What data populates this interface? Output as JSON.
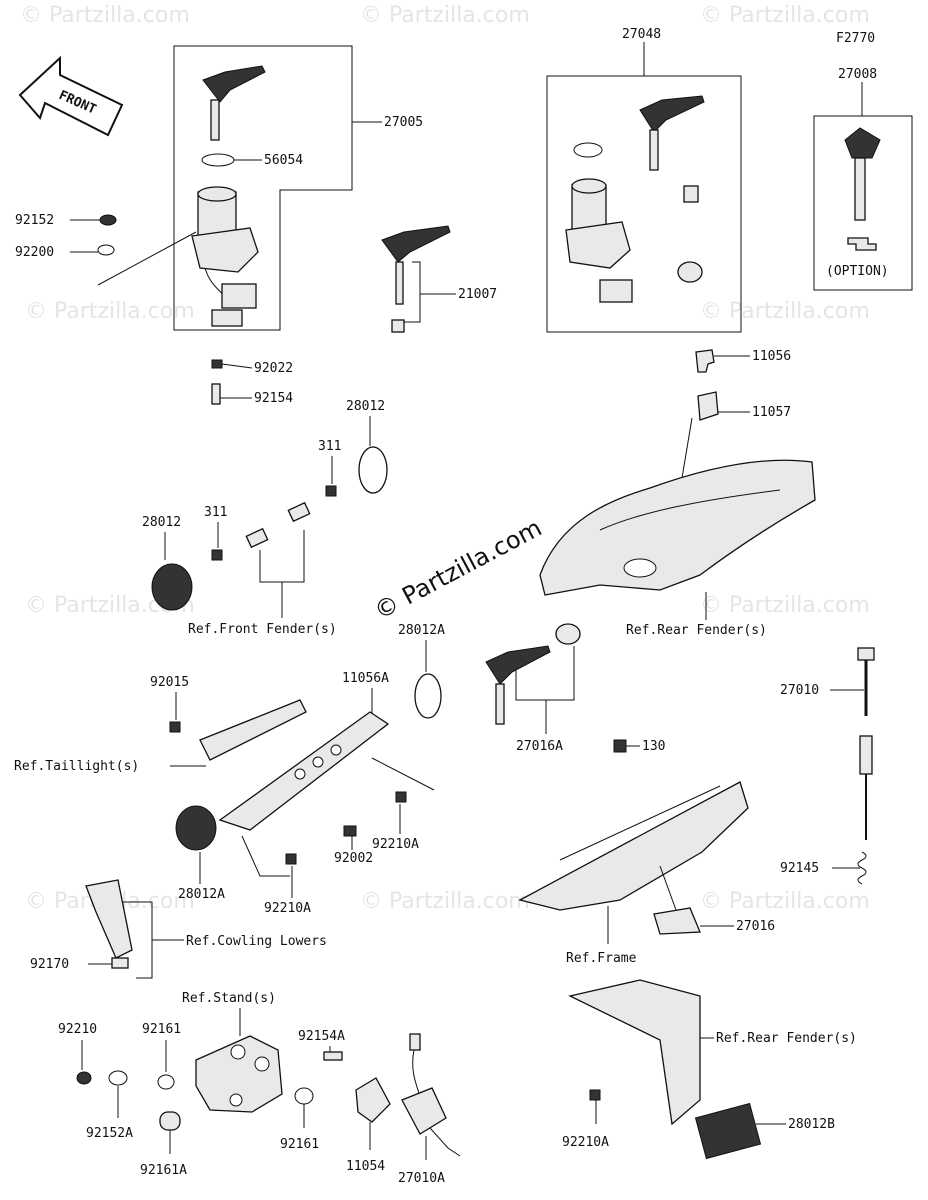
{
  "watermark": "© Partzilla.com",
  "figure_code": "F2770",
  "front_arrow": "FRONT",
  "option_label": "(OPTION)",
  "part_numbers": {
    "p27005": "27005",
    "p56054": "56054",
    "p92152": "92152",
    "p92200": "92200",
    "p92022": "92022",
    "p92154": "92154",
    "p21007": "21007",
    "p27048": "27048",
    "p27008": "27008",
    "p11056": "11056",
    "p11057": "11057",
    "p28012_top": "28012",
    "p311_top": "311",
    "p28012_left": "28012",
    "p311_left": "311",
    "p28012A_right": "28012A",
    "p11056A": "11056A",
    "p92015": "92015",
    "p28012A_bottom": "28012A",
    "p92002": "92002",
    "p92210A_mid": "92210A",
    "p92210A_low": "92210A",
    "p92170": "92170",
    "p27016A": "27016A",
    "p130": "130",
    "p27016": "27016",
    "p27010": "27010",
    "p92145": "92145",
    "p92210": "92210",
    "p92161_top": "92161",
    "p92152A": "92152A",
    "p92161A": "92161A",
    "p92154A": "92154A",
    "p92161_mid": "92161",
    "p11054": "11054",
    "p27010A": "27010A",
    "p92210A_right": "92210A",
    "p28012B": "28012B"
  },
  "references": {
    "front_fender": "Ref.Front Fender(s)",
    "rear_fender_top": "Ref.Rear Fender(s)",
    "taillight": "Ref.Taillight(s)",
    "cowling_lowers": "Ref.Cowling Lowers",
    "frame": "Ref.Frame",
    "stand": "Ref.Stand(s)",
    "rear_fender_bottom": "Ref.Rear Fender(s)"
  }
}
